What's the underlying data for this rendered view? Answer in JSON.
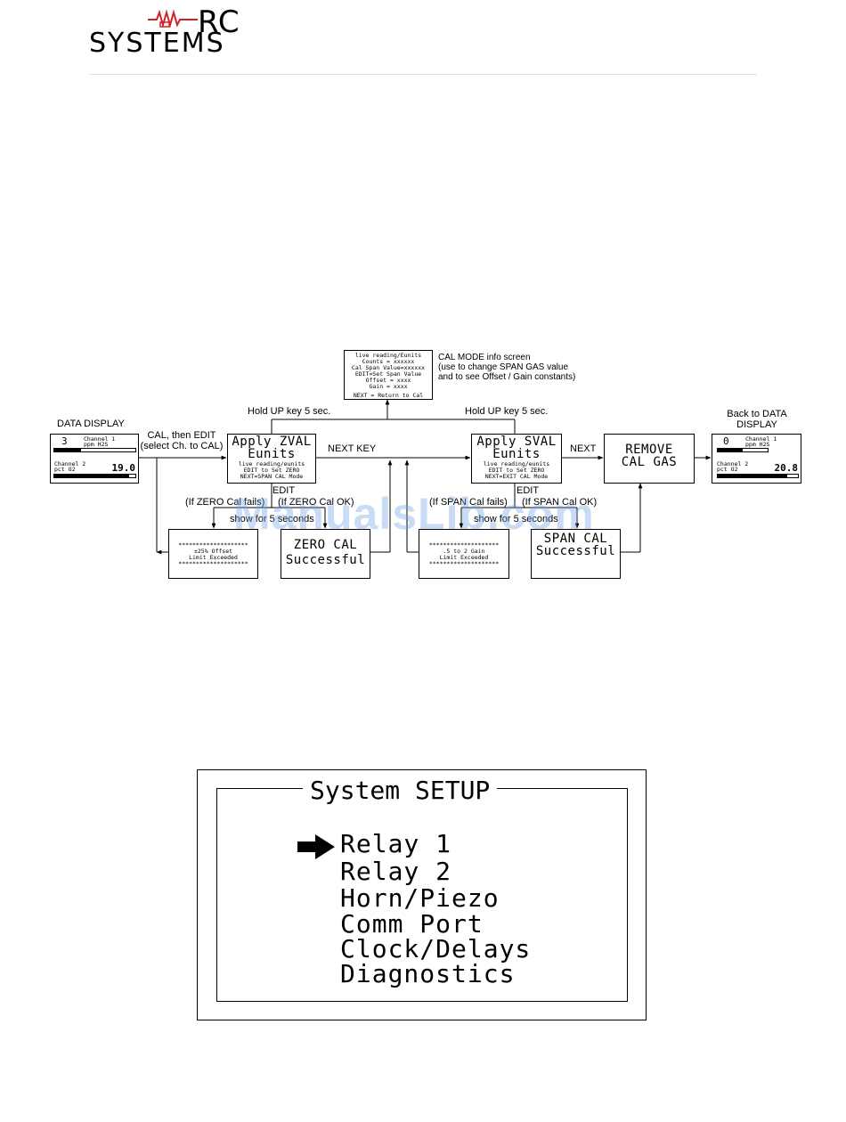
{
  "logo": {
    "line1": "RC",
    "line2": "SYSTEMS",
    "accent": "#d32027"
  },
  "watermark": "ManualsLib.com",
  "flow": {
    "data_display_label": "DATA DISPLAY",
    "back_label_1": "Back to DATA",
    "back_label_2": "DISPLAY",
    "cal_then_edit_1": "CAL, then EDIT",
    "cal_then_edit_2": "(select Ch. to CAL)",
    "hold_up_left": "Hold UP key 5 sec.",
    "hold_up_right": "Hold UP key 5 sec.",
    "next_key": "NEXT KEY",
    "next": "NEXT",
    "edit_left": "EDIT",
    "edit_right": "EDIT",
    "zero_fails": "(If ZERO Cal fails)",
    "zero_ok": "(If ZERO Cal OK)",
    "span_fails": "(If SPAN Cal fails)",
    "span_ok": "(If SPAN Cal OK)",
    "show_left": "show for 5 seconds",
    "show_right": "show for 5 seconds",
    "info_note_1": "CAL MODE info screen",
    "info_note_2": "(use to change SPAN GAS value",
    "info_note_3": "and to see Offset / Gain constants)"
  },
  "screens": {
    "data_left": {
      "ch1_value": "3",
      "ch1_name": "Channel 1",
      "ch1_units": "ppm H2S",
      "ch2_name": "Channel 2",
      "ch2_units": "pct O2",
      "ch2_value": "19.0"
    },
    "data_right": {
      "ch1_value": "0",
      "ch1_name": "Channel 1",
      "ch1_units": "ppm H2S",
      "ch2_name": "Channel 2",
      "ch2_units": "pct O2",
      "ch2_value": "20.8"
    },
    "info": {
      "line1": "live reading/Eunits",
      "line2": "Counts   = xxxxxx",
      "line3": "Cal Span Value=xxxxxx",
      "line4": "EDIT=Set Span Value",
      "line5": "Offset = xxxx",
      "line6": "Gain = xxxx",
      "line7": "NEXT = Return to Cal"
    },
    "zero": {
      "title": "Apply ZVAL",
      "units": "Eunits",
      "l1": "live reading/eunits",
      "l2": "EDIT to Set ZERO",
      "l3": "NEXT=SPAN CAL Mode"
    },
    "span": {
      "title": "Apply SVAL",
      "units": "Eunits",
      "l1": "live reading/eunits",
      "l2": "EDIT to Set ZERO",
      "l3": "NEXT=EXIT CAL Mode"
    },
    "remove": {
      "line1": "REMOVE",
      "line2": "CAL GAS"
    },
    "zero_fail": {
      "stars1": "********************",
      "line": "±25% Offset",
      "line2": "Limit Exceeded",
      "stars2": "********************"
    },
    "zero_ok": {
      "line1": "ZERO CAL",
      "line2": "Successful"
    },
    "span_fail": {
      "stars1": "********************",
      "line": ".5 to 2 Gain",
      "line2": "Limit Exceeded",
      "stars2": "********************"
    },
    "span_ok": {
      "line1": "SPAN CAL",
      "line2": "Successful"
    }
  },
  "setup_menu": {
    "title": "System SETUP",
    "items": [
      "Relay 1",
      "Relay 2",
      "Horn/Piezo",
      "Comm Port",
      "Clock/Delays",
      "Diagnostics"
    ],
    "selected_index": 0
  }
}
